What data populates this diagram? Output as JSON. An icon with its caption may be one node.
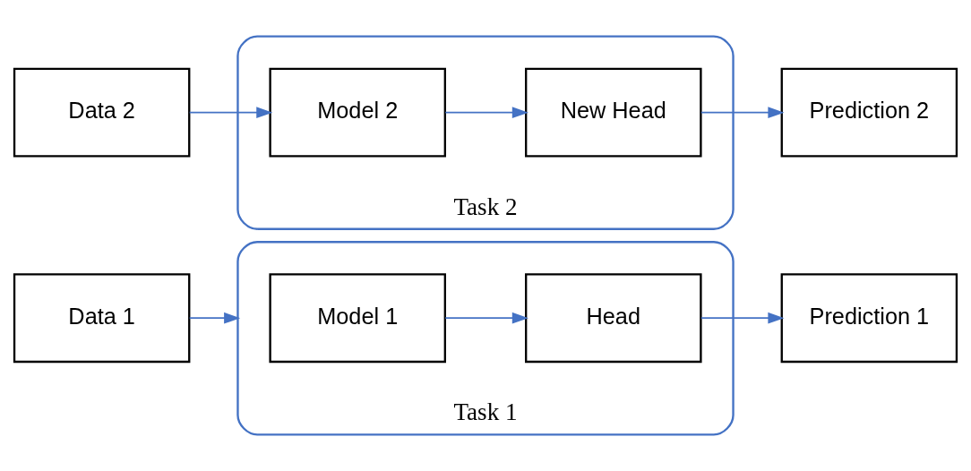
{
  "diagram": {
    "nodes": [
      {
        "text": [
          "Data 1"
        ]
      },
      {
        "text": [
          "Task 1"
        ]
      },
      {
        "text": [
          "Model 1"
        ],
        "in": 1
      },
      {
        "text": [
          "Head"
        ],
        "in": 1
      },
      {
        "text": [
          "Prediction 1"
        ]
      },
      {
        "text": [
          "Data 2"
        ]
      },
      {
        "text": [
          "Task 2"
        ]
      },
      {
        "text": [
          "Model 2"
        ],
        "in": 6
      },
      {
        "text": [
          "New Head"
        ],
        "in": 6
      },
      {
        "text": [
          "Prediction 2"
        ]
      }
    ],
    "edges": [
      {
        "from": 0,
        "to": 1,
        "arrow": "to"
      },
      {
        "from": 2,
        "to": 3,
        "arrow": "to"
      },
      {
        "from": 3,
        "to": 4,
        "arrow": "to"
      },
      {
        "from": 5,
        "to": 7,
        "arrow": "to"
      },
      {
        "from": 7,
        "to": 8,
        "arrow": "to"
      },
      {
        "from": 8,
        "to": 9,
        "arrow": "to"
      }
    ]
  }
}
